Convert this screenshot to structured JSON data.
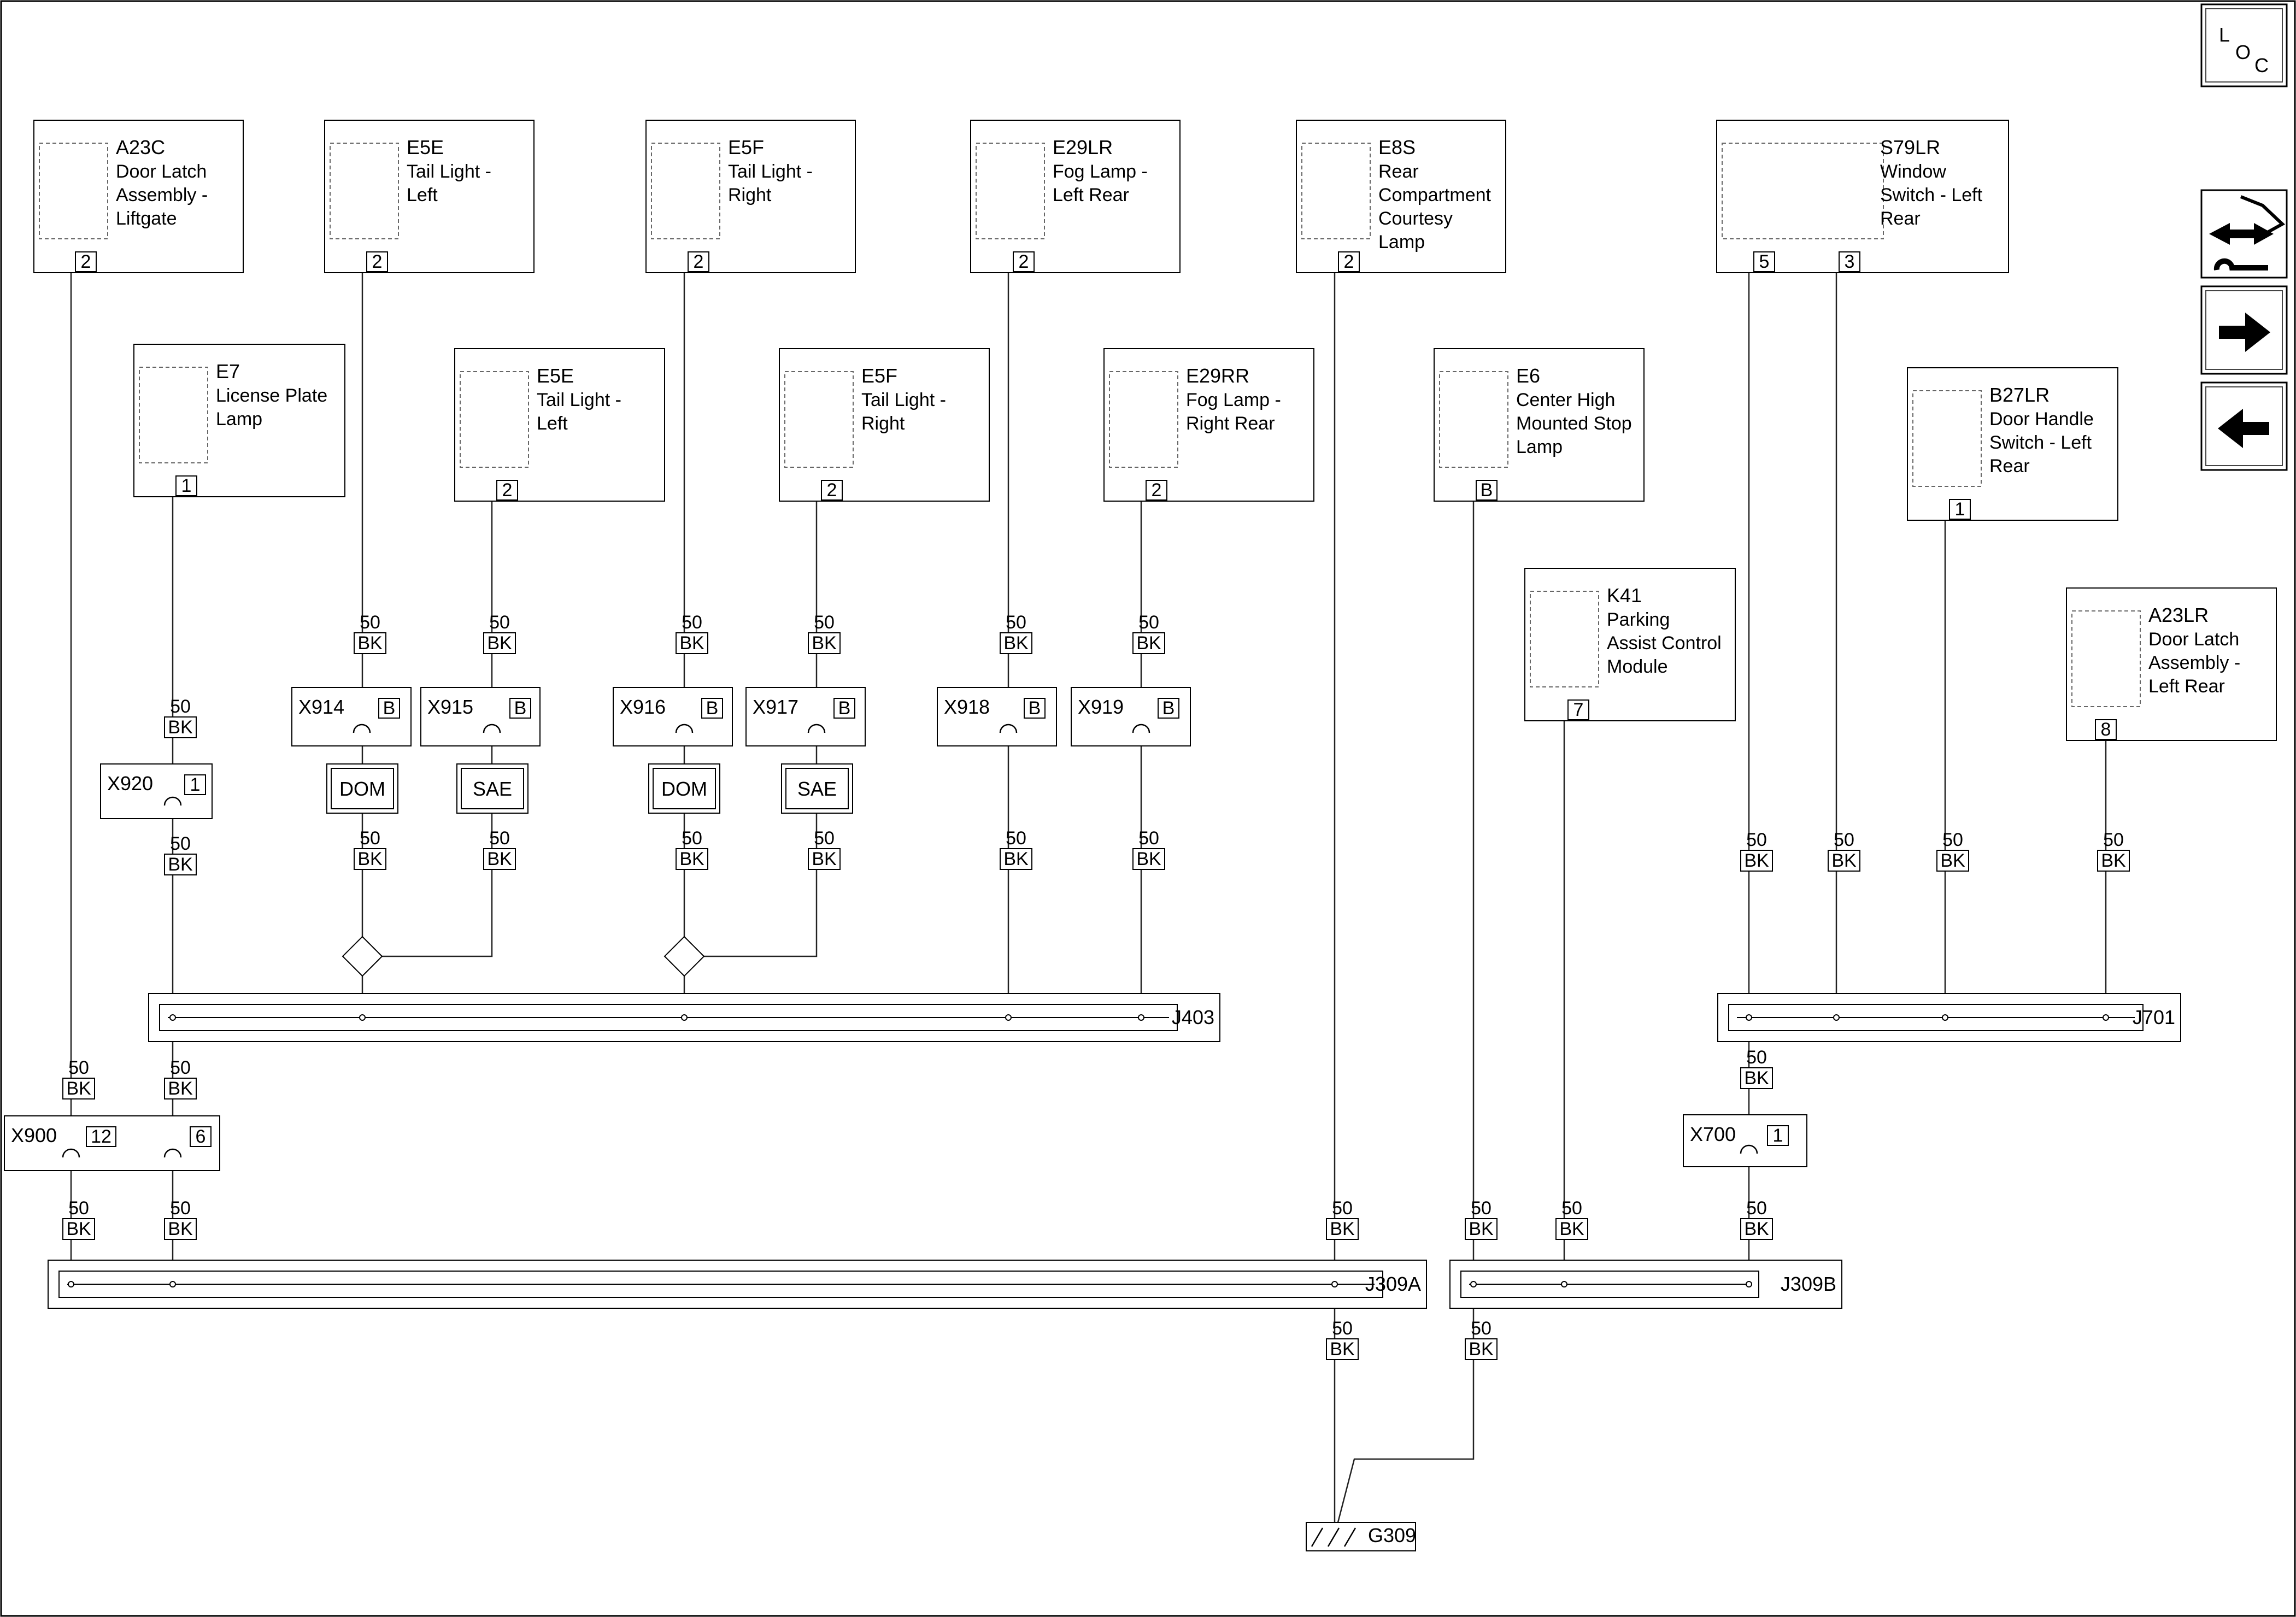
{
  "components": [
    {
      "id": "A23C",
      "name": [
        "Door Latch",
        "Assembly -",
        "Liftgate"
      ],
      "pins": [
        "2"
      ]
    },
    {
      "id": "E5E",
      "name": [
        "Tail Light -",
        "Left"
      ],
      "pins": [
        "2"
      ]
    },
    {
      "id": "E5F",
      "name": [
        "Tail Light -",
        "Right"
      ],
      "pins": [
        "2"
      ]
    },
    {
      "id": "E29LR",
      "name": [
        "Fog Lamp -",
        "Left Rear"
      ],
      "pins": [
        "2"
      ]
    },
    {
      "id": "E8S",
      "name": [
        "Rear",
        "Compartment",
        "Courtesy",
        "Lamp"
      ],
      "pins": [
        "2"
      ]
    },
    {
      "id": "S79LR",
      "name": [
        "Window",
        "Switch - Left",
        "Rear"
      ],
      "pins": [
        "5",
        "3"
      ]
    },
    {
      "id": "E7",
      "name": [
        "License Plate",
        "Lamp"
      ],
      "pins": [
        "1"
      ]
    },
    {
      "id": "E5E",
      "name": [
        "Tail Light -",
        "Left"
      ],
      "pins": [
        "2"
      ]
    },
    {
      "id": "E5F",
      "name": [
        "Tail Light -",
        "Right"
      ],
      "pins": [
        "2"
      ]
    },
    {
      "id": "E29RR",
      "name": [
        "Fog Lamp -",
        "Right Rear"
      ],
      "pins": [
        "2"
      ]
    },
    {
      "id": "E6",
      "name": [
        "Center High",
        "Mounted Stop",
        "Lamp"
      ],
      "pins": [
        "B"
      ]
    },
    {
      "id": "B27LR",
      "name": [
        "Door Handle",
        "Switch - Left",
        "Rear"
      ],
      "pins": [
        "1"
      ]
    },
    {
      "id": "K41",
      "name": [
        "Parking",
        "Assist Control",
        "Module"
      ],
      "pins": [
        "7"
      ]
    },
    {
      "id": "A23LR",
      "name": [
        "Door Latch",
        "Assembly -",
        "Left Rear"
      ],
      "pins": [
        "8"
      ]
    }
  ],
  "connectors": [
    {
      "id": "X914",
      "pins": [
        "B"
      ]
    },
    {
      "id": "X915",
      "pins": [
        "B"
      ]
    },
    {
      "id": "X916",
      "pins": [
        "B"
      ]
    },
    {
      "id": "X917",
      "pins": [
        "B"
      ]
    },
    {
      "id": "X918",
      "pins": [
        "B"
      ]
    },
    {
      "id": "X919",
      "pins": [
        "B"
      ]
    },
    {
      "id": "X920",
      "pins": [
        "1"
      ]
    },
    {
      "id": "X900",
      "pins": [
        "12",
        "6"
      ]
    },
    {
      "id": "X700",
      "pins": [
        "1"
      ]
    }
  ],
  "options": [
    "DOM",
    "SAE",
    "DOM",
    "SAE"
  ],
  "splices": [
    "J403",
    "J701",
    "J309A",
    "J309B"
  ],
  "ground": "G309",
  "wire": {
    "circuit": "50",
    "color": "BK"
  },
  "nav": {
    "loc": [
      "L",
      "O",
      "C"
    ]
  }
}
